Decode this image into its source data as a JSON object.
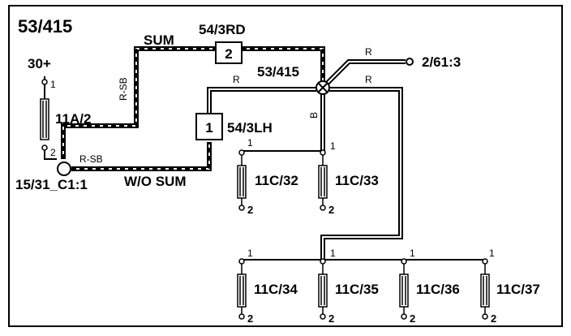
{
  "diagram": {
    "title": "53/415",
    "splices": {
      "top": "53/415",
      "left": "15/31_C1:1"
    },
    "feed": "30+",
    "connector_out": "2/61:3",
    "boxes": {
      "box2": {
        "number": "2",
        "label": "54/3RD"
      },
      "box1": {
        "number": "1",
        "label": "54/3LH"
      }
    },
    "wire_colors": {
      "r": "R",
      "rsb": "R-SB",
      "b": "B"
    },
    "variants": {
      "sum": "SUM",
      "wo_sum": "W/O SUM"
    },
    "fuses": {
      "f11a2": {
        "label": "11A/2",
        "pin_top": "1",
        "pin_bottom": "2"
      },
      "f32": {
        "label": "11C/32",
        "pin_top": "1",
        "pin_bottom": "2"
      },
      "f33": {
        "label": "11C/33",
        "pin_top": "1",
        "pin_bottom": "2"
      },
      "f34": {
        "label": "11C/34",
        "pin_top": "1",
        "pin_bottom": "2"
      },
      "f35": {
        "label": "11C/35",
        "pin_top": "1",
        "pin_bottom": "2"
      },
      "f36": {
        "label": "11C/36",
        "pin_top": "1",
        "pin_bottom": "2"
      },
      "f37": {
        "label": "11C/37",
        "pin_top": "1",
        "pin_bottom": "2"
      }
    }
  }
}
